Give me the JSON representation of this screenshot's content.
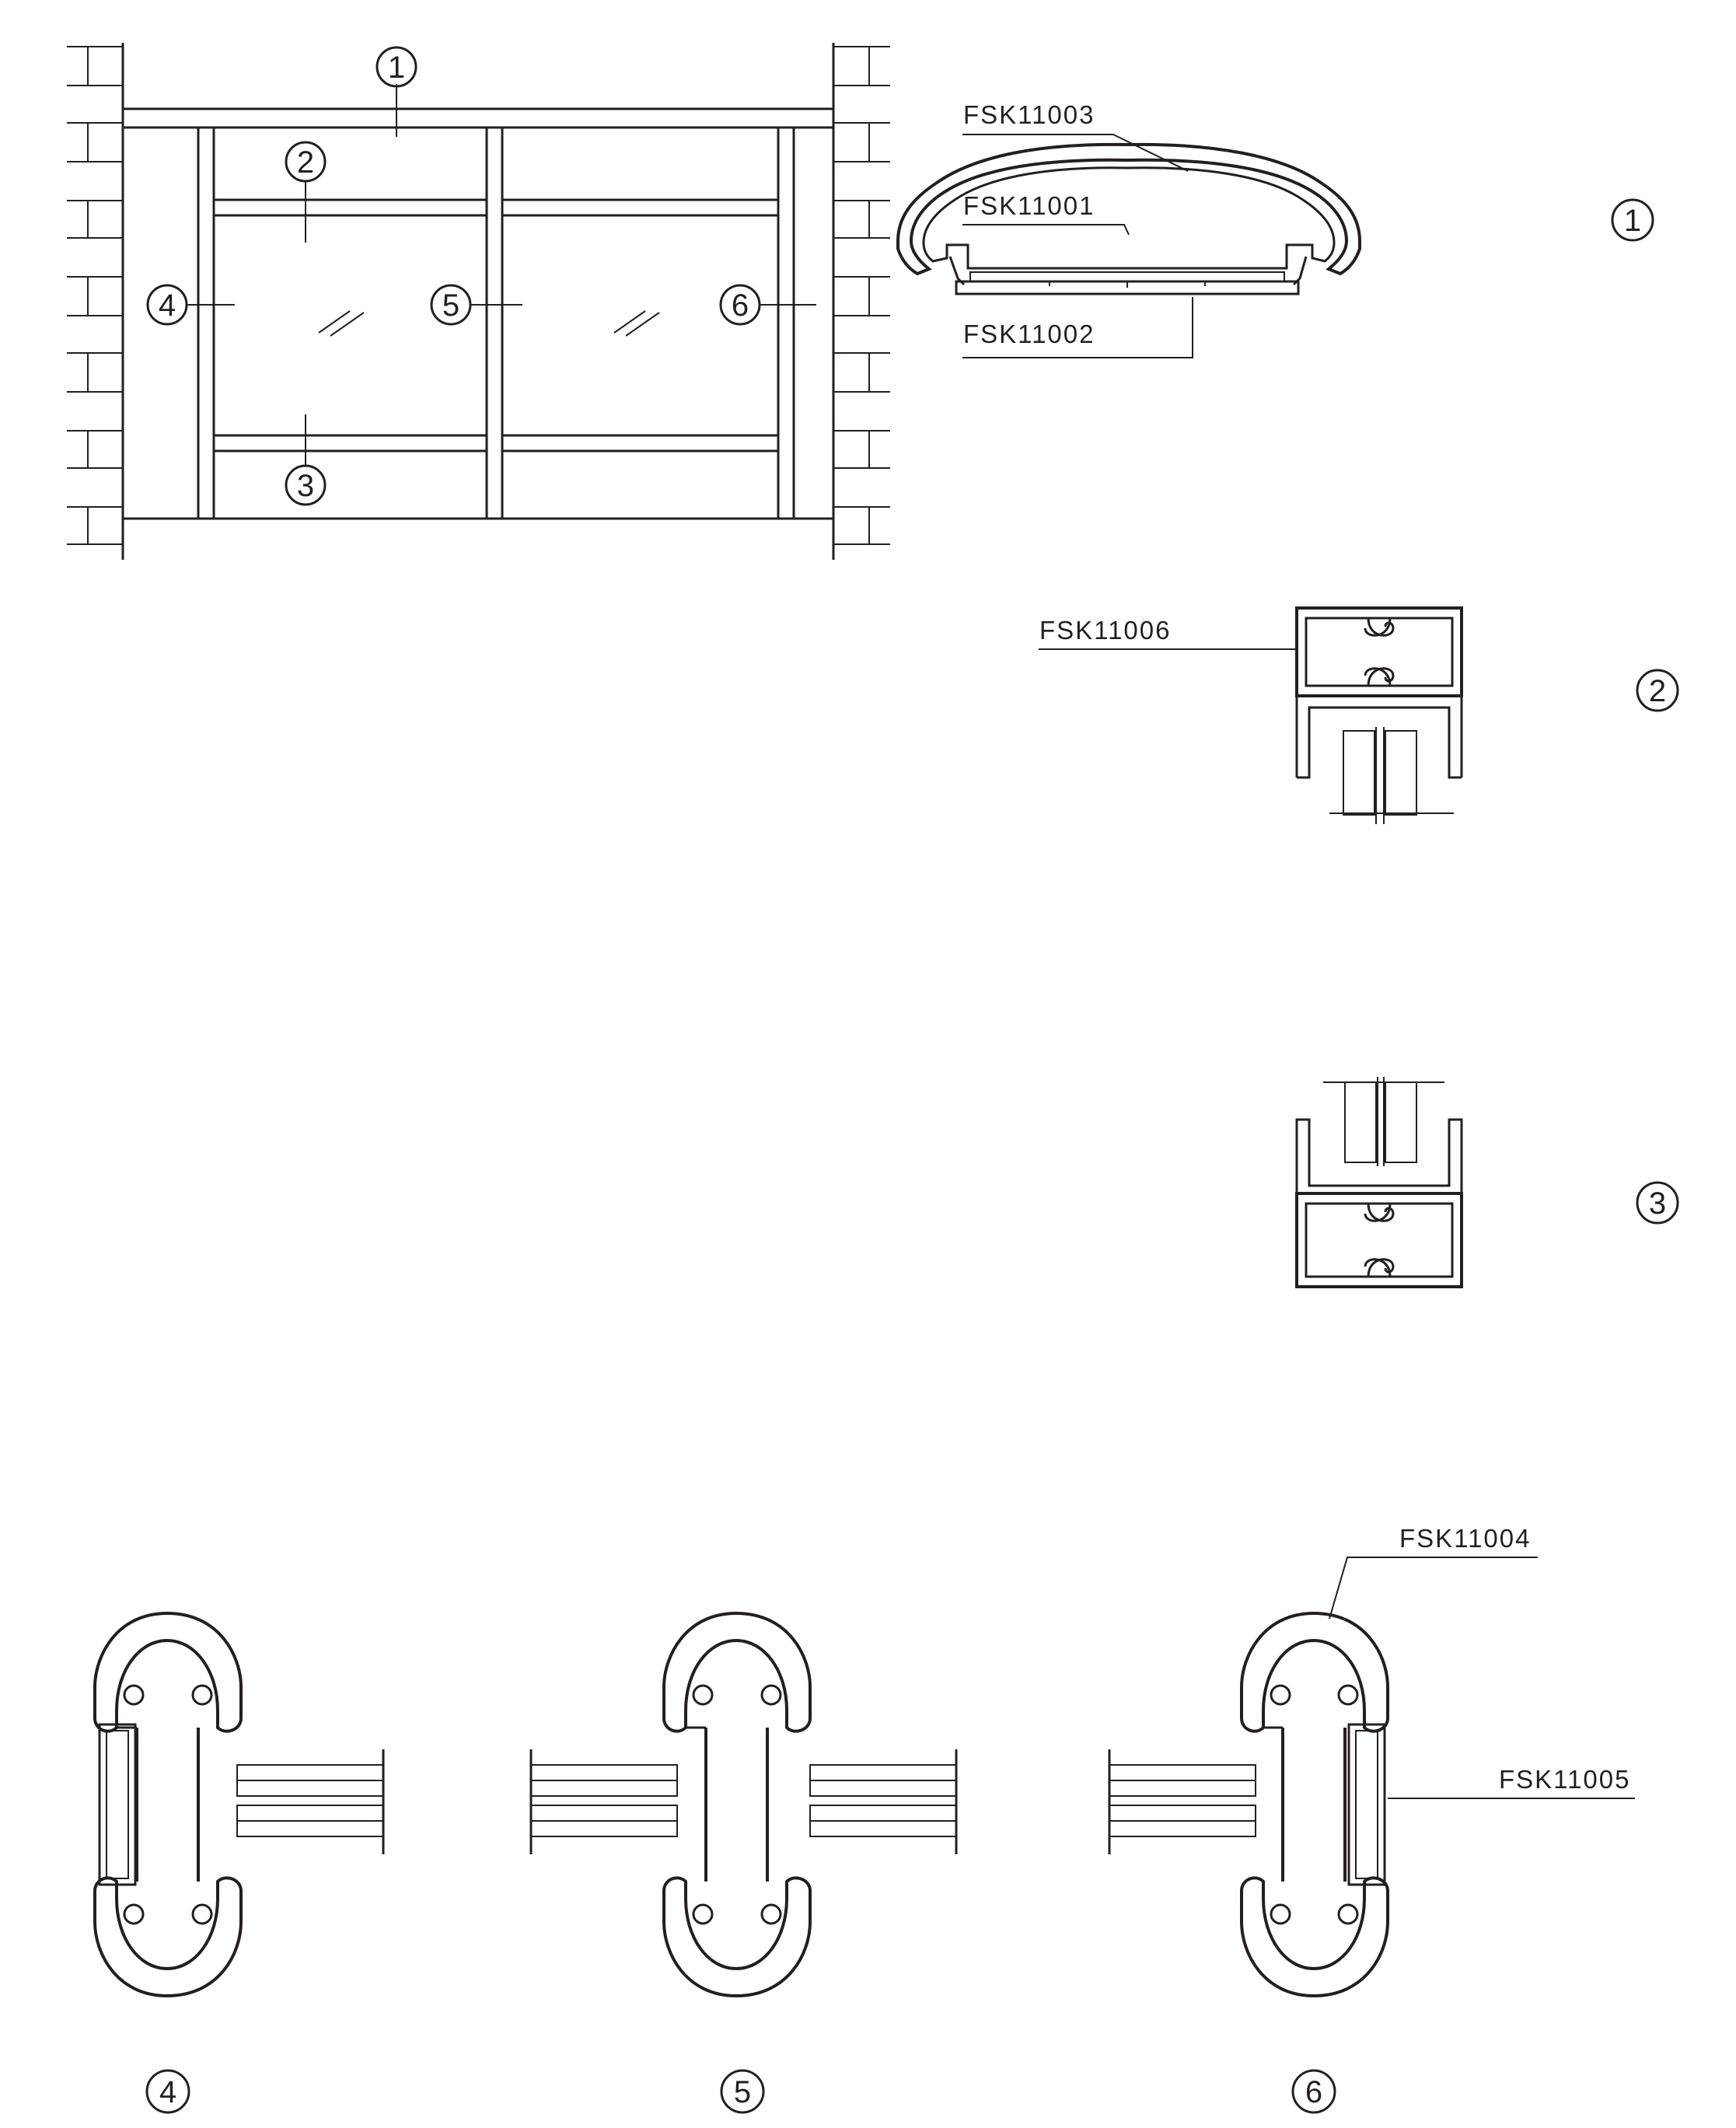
{
  "elevation": {
    "callouts": [
      "1",
      "2",
      "3",
      "4",
      "5",
      "6"
    ]
  },
  "sections": {
    "s1": {
      "number": "1",
      "parts": [
        "FSK11003",
        "FSK11001",
        "FSK11002"
      ]
    },
    "s2": {
      "number": "2",
      "parts": [
        "FSK11006"
      ]
    },
    "s3": {
      "number": "3"
    },
    "s456": {
      "numbers": [
        "4",
        "5",
        "6"
      ],
      "parts": [
        "FSK11004",
        "FSK11005"
      ]
    }
  },
  "colors": {
    "line": "#231f20",
    "background": "#ffffff"
  }
}
